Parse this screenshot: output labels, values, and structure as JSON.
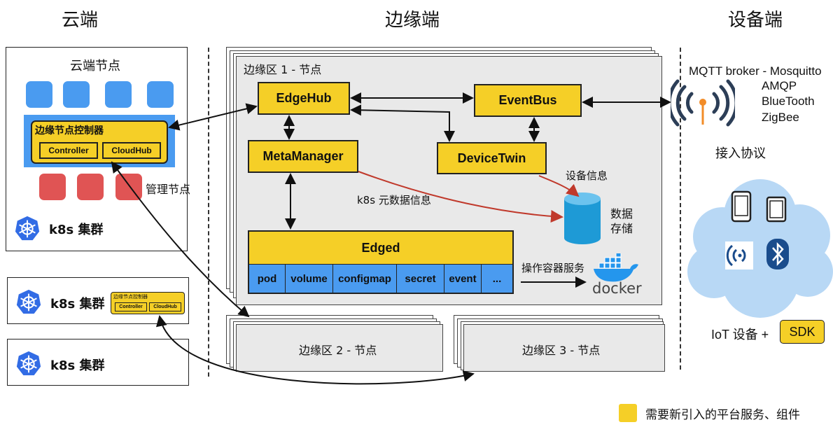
{
  "headers": {
    "cloud": "云端",
    "edge": "边缘端",
    "device": "设备端"
  },
  "cloud": {
    "node_title": "云端节点",
    "controller_title": "边缘节点控制器",
    "controller_btn": "Controller",
    "cloudhub_btn": "CloudHub",
    "manage_label": "管理节点",
    "k8s_label": "k8s 集群"
  },
  "clusters": [
    {
      "k8s_label": "k8s 集群",
      "controller_title": "边缘节点控制器",
      "controller_btn": "Controller",
      "cloudhub_btn": "CloudHub"
    },
    {
      "k8s_label": "k8s 集群"
    }
  ],
  "edge": {
    "zone1_title": "边缘区 1 - 节点",
    "zone2_title": "边缘区 2 - 节点",
    "zone3_title": "边缘区 3 - 节点",
    "edgehub": "EdgeHub",
    "eventbus": "EventBus",
    "metamanager": "MetaManager",
    "devicetwin": "DeviceTwin",
    "edged": "Edged",
    "edged_items": [
      "pod",
      "volume",
      "configmap",
      "secret",
      "event",
      "..."
    ],
    "meta_label": "k8s 元数据信息",
    "device_info": "设备信息",
    "storage_label": "数据\n存储",
    "storage_line1": "数据",
    "storage_line2": "存储",
    "docker_label": "操作容器服务",
    "docker_text": "docker"
  },
  "device": {
    "mqtt": "MQTT broker - Mosquitto",
    "protocols": [
      "AMQP",
      "BlueTooth",
      "ZigBee"
    ],
    "access_label": "接入协议",
    "iot_label": "IoT 设备 +",
    "sdk": "SDK"
  },
  "legend": {
    "text": "需要新引入的平台服务、组件"
  },
  "colors": {
    "yellow": "#f5cf27",
    "blue": "#4a9bf0",
    "red": "#e05454",
    "grey": "#e9e9e9",
    "cloud": "#b8d8f5",
    "arrow_red": "#c0392b"
  }
}
